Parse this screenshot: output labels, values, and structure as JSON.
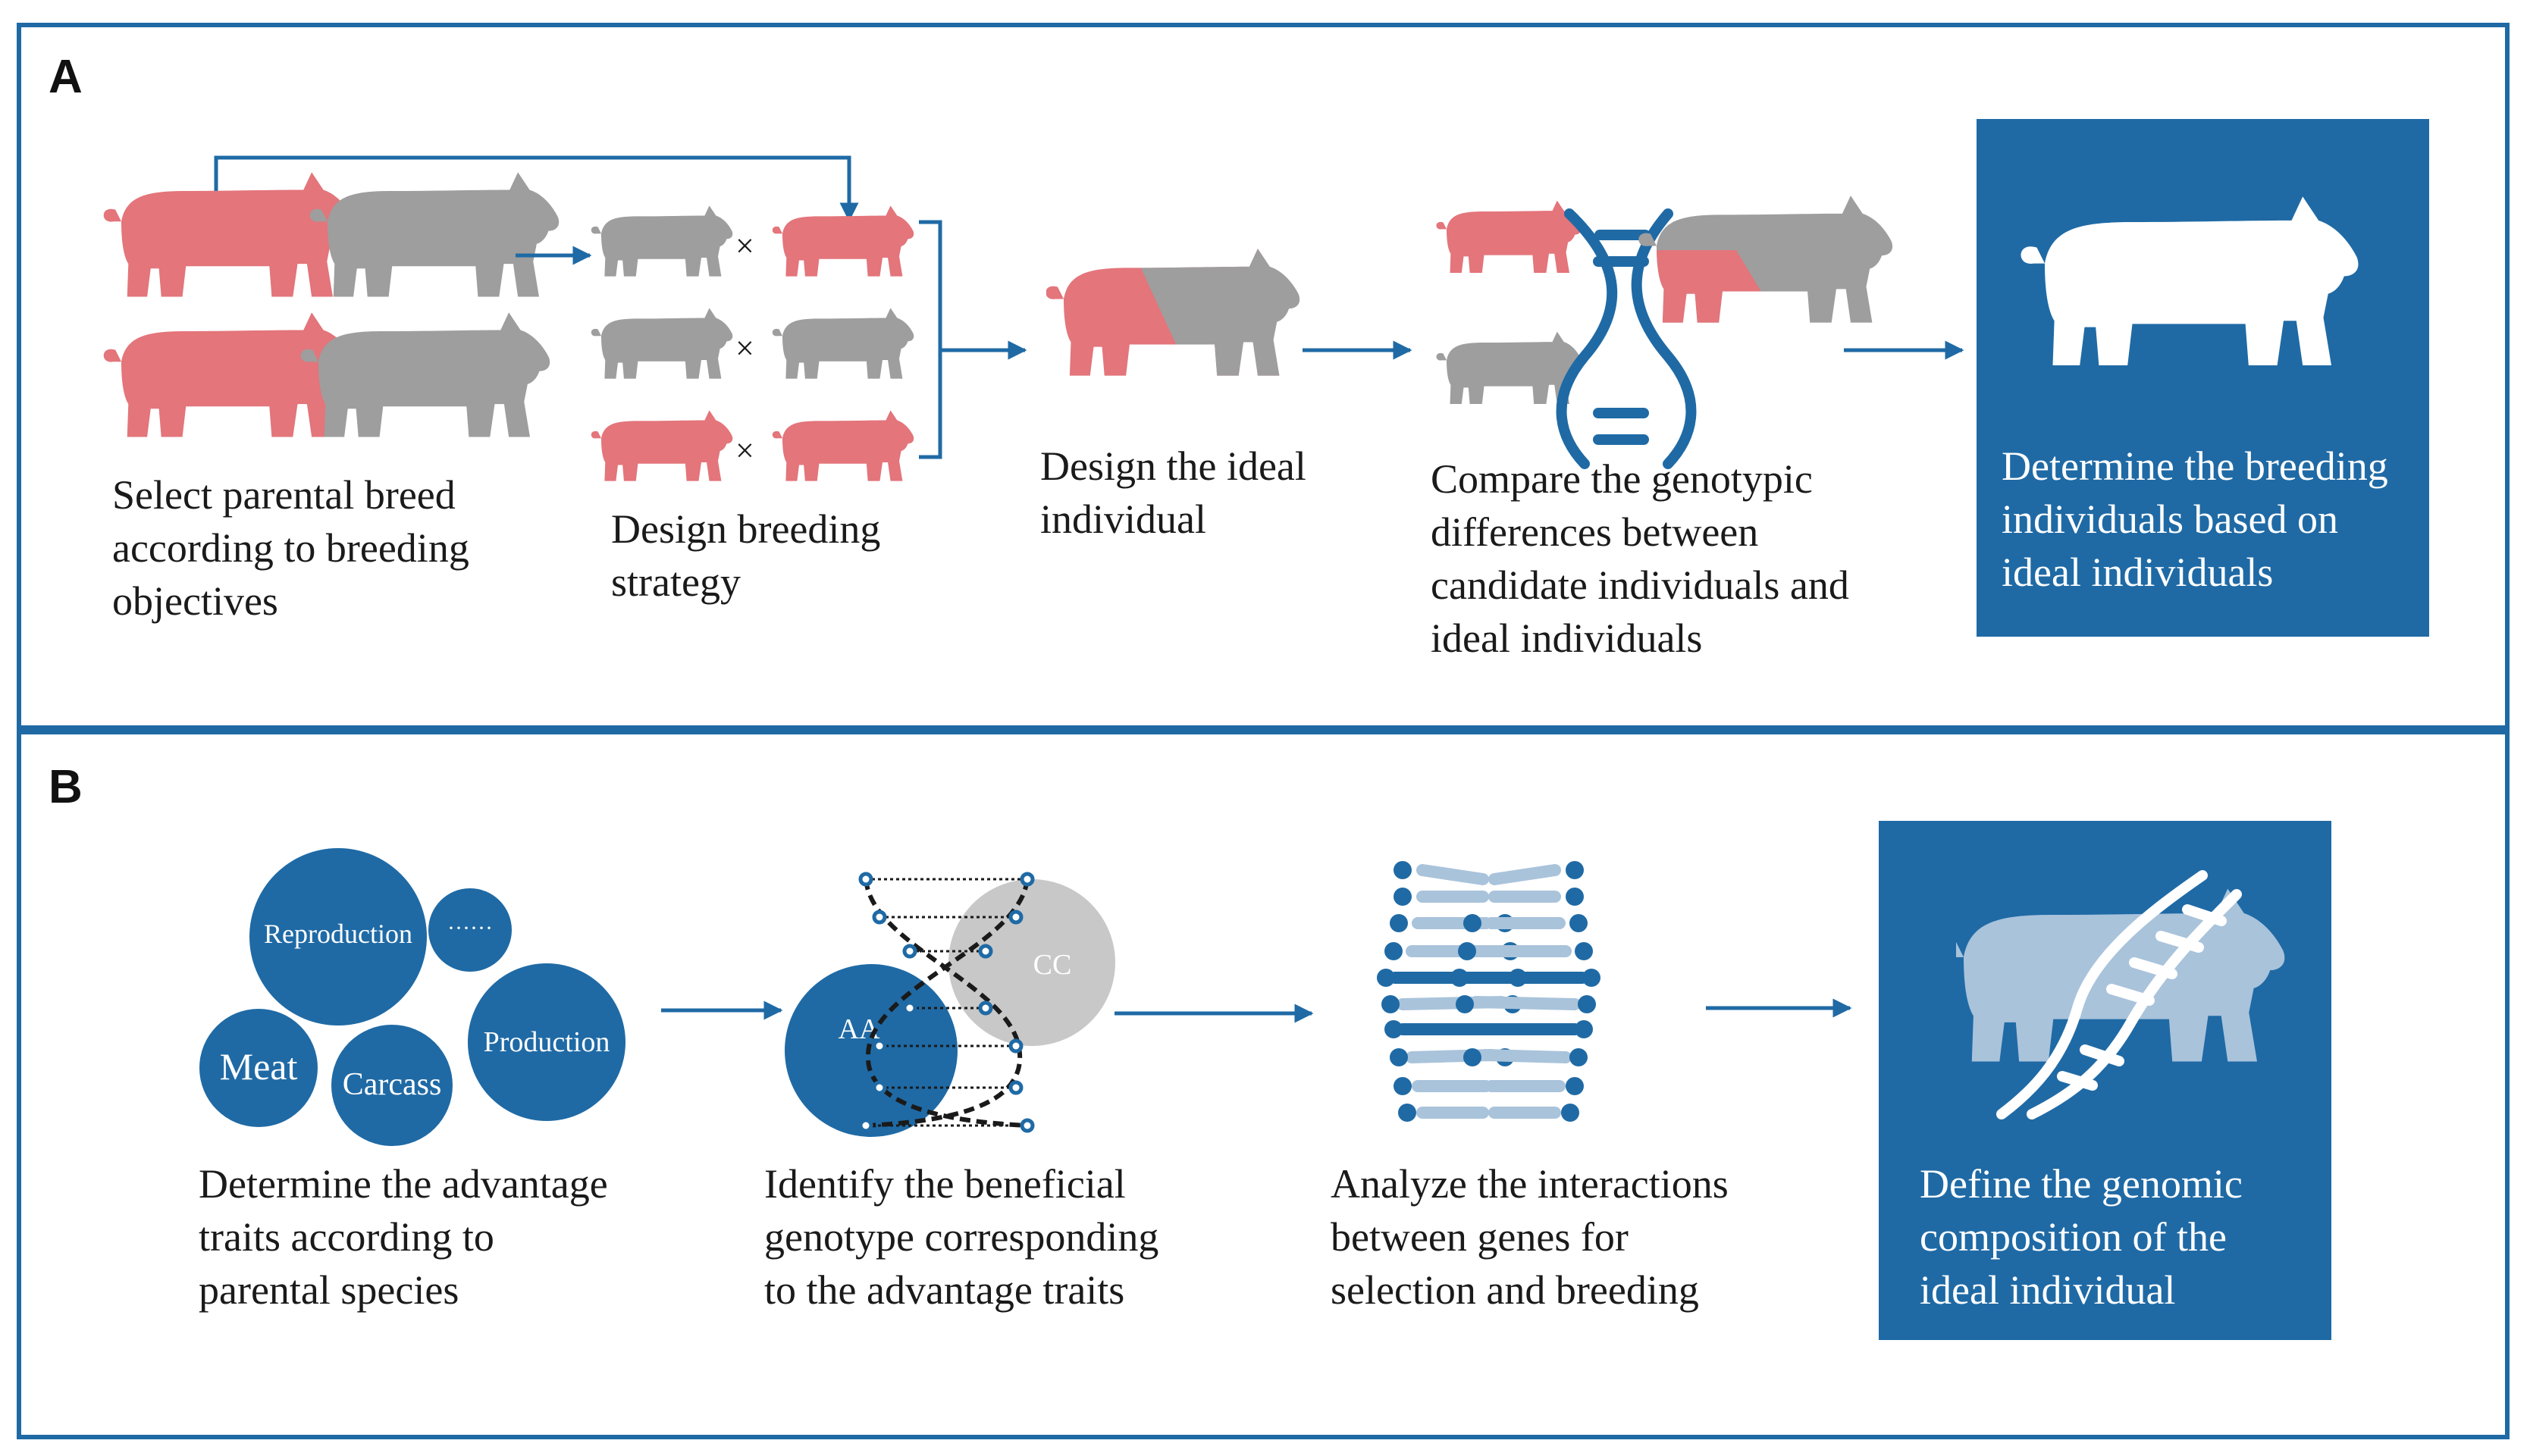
{
  "panel_a": {
    "label": "A",
    "steps": [
      {
        "caption": "Select parental breed\naccording to breeding\nobjectives"
      },
      {
        "caption": "Design breeding\nstrategy"
      },
      {
        "caption": "Design the ideal\nindividual"
      },
      {
        "caption": "Compare the genotypic\ndifferences between\ncandidate individuals and\nideal individuals"
      },
      {
        "caption": "Determine the breeding\nindividuals based on\nideal individuals"
      }
    ],
    "cross_symbol": "×"
  },
  "panel_b": {
    "label": "B",
    "trait_circles": [
      "Reproduction",
      "······",
      "Production",
      "Meat",
      "Carcass"
    ],
    "genotypes": [
      "AA",
      "CC"
    ],
    "steps": [
      {
        "caption": "Determine the advantage\ntraits according to\nparental species"
      },
      {
        "caption": "Identify the beneficial\ngenotype corresponding\nto the advantage traits"
      },
      {
        "caption": "Analyze the interactions\nbetween genes for\nselection and breeding"
      },
      {
        "caption": "Define the genomic\ncomposition of the\nideal individual"
      }
    ]
  },
  "colors": {
    "blue": "#1f6aa5",
    "pink": "#e3757b",
    "grey": "#9e9e9e",
    "light_grey": "#c8c8c8",
    "light_blue": "#a9c3db"
  }
}
